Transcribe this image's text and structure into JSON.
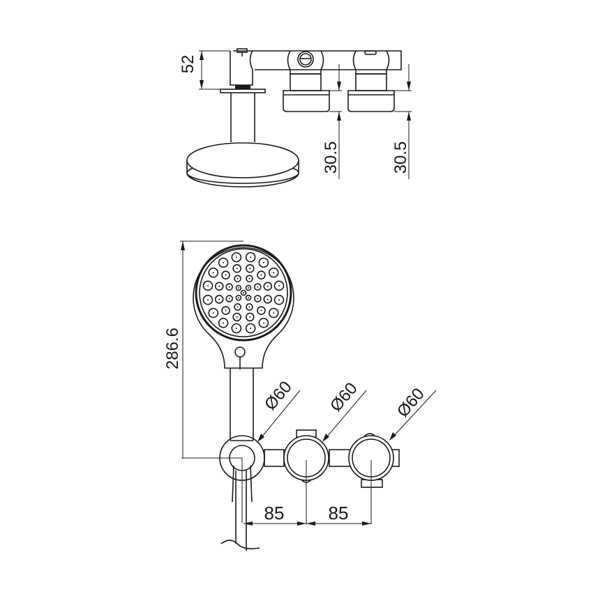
{
  "drawing": {
    "title": "Shower mixer with hand shower - dimension drawing",
    "line_color": "#1a1a1a",
    "background": "#ffffff",
    "top_view": {
      "dimensions": {
        "height_left": "52",
        "depth_mid": "30.5",
        "depth_right": "30.5"
      }
    },
    "front_view": {
      "dimensions": {
        "handshower_height": "286.6",
        "diameter_holder": "Ø60",
        "diameter_mid": "Ø60",
        "diameter_right": "Ø60",
        "spacing_left": "85",
        "spacing_right": "85"
      }
    }
  }
}
